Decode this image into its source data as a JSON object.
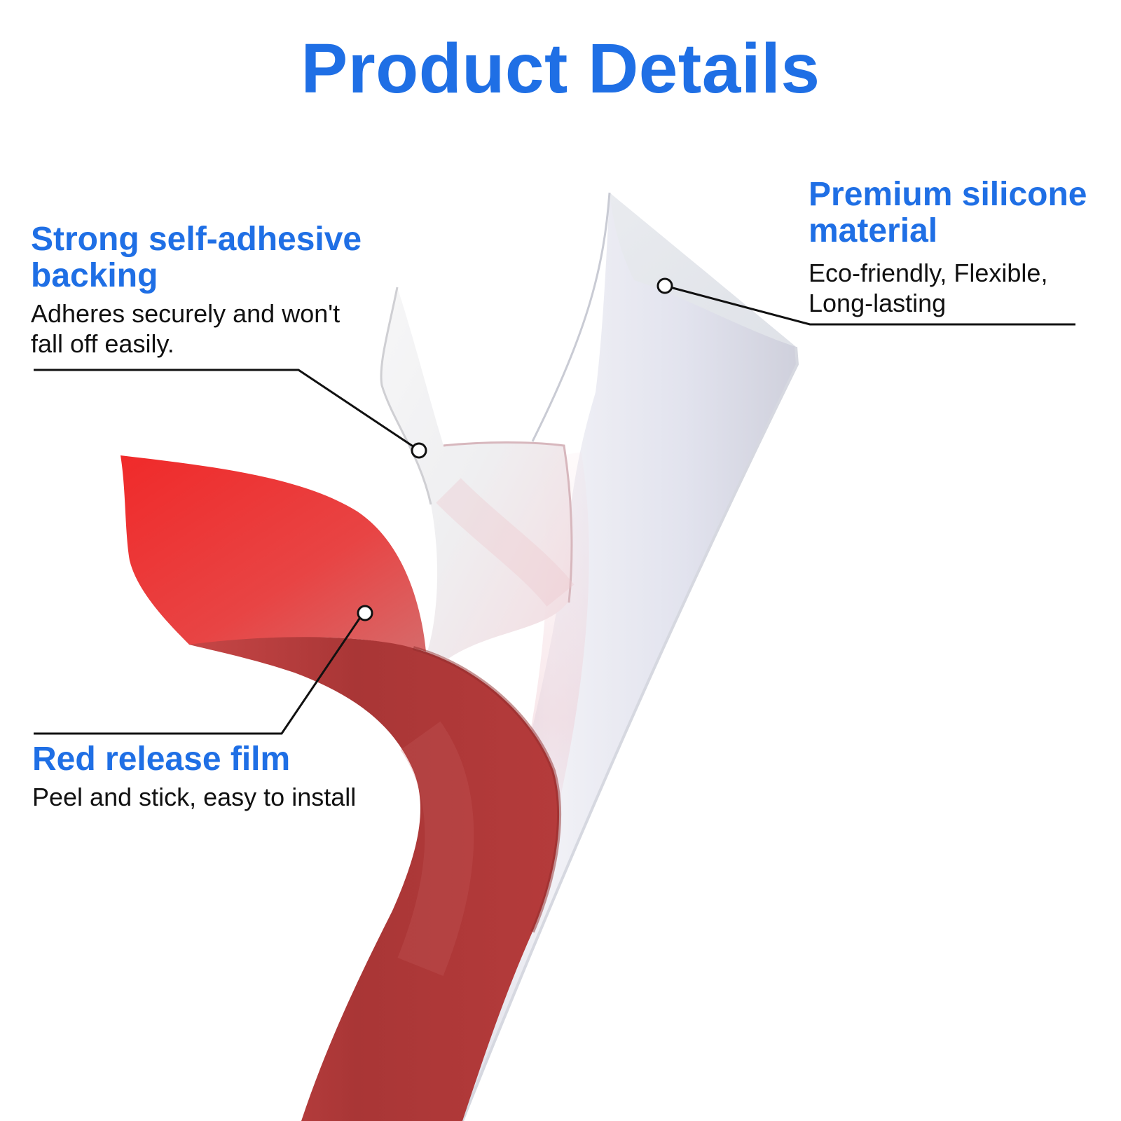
{
  "title": "Product Details",
  "callouts": {
    "adhesive": {
      "heading_line1": "Strong self-adhesive",
      "heading_line2": "backing",
      "text_line1": "Adheres securely and won't",
      "text_line2": "fall off easily."
    },
    "silicone": {
      "heading_line1": "Premium silicone",
      "heading_line2": "material",
      "text_line1": "Eco-friendly, Flexible,",
      "text_line2": "Long-lasting"
    },
    "release": {
      "heading": "Red release film",
      "text": "Peel and stick, easy to install"
    }
  },
  "colors": {
    "title": "#1f6fe5",
    "heading": "#1f6fe5",
    "body_text": "#111111",
    "release_film": "#d83232",
    "silicone": "#e8e9f2"
  }
}
